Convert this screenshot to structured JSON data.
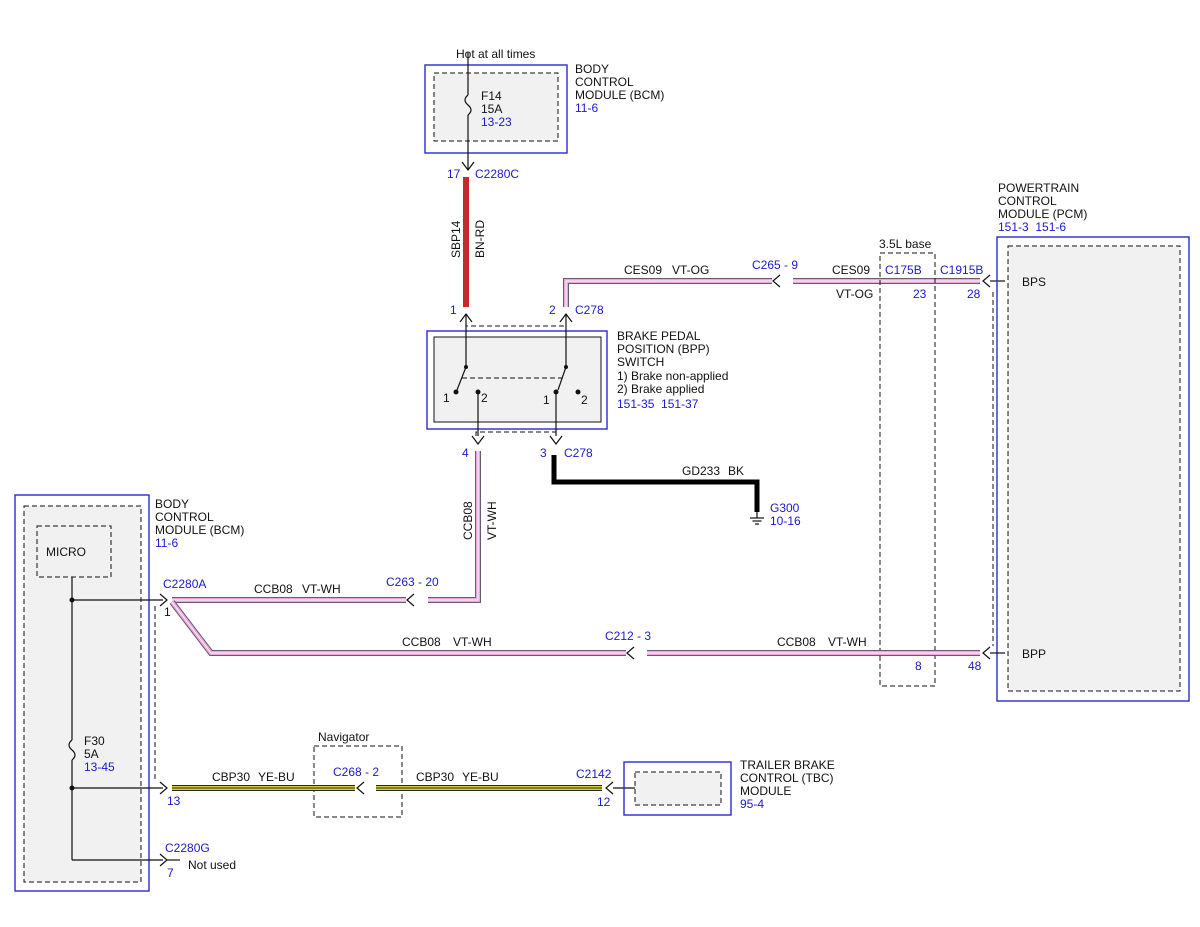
{
  "bcm_top": {
    "supply": "Hot at all times",
    "title": [
      "BODY",
      "CONTROL",
      "MODULE (BCM)"
    ],
    "ref": "11-6",
    "fuse_name": "F14",
    "fuse_rating": "15A",
    "fuse_ref": "13-23",
    "pin": "17",
    "connector": "C2280C"
  },
  "wire_sbp14": {
    "circuit": "SBP14",
    "color": "BN-RD"
  },
  "bpp_switch": {
    "title": [
      "BRAKE PEDAL",
      "POSITION (BPP)",
      "SWITCH"
    ],
    "states": [
      "1) Brake non-applied",
      "2) Brake applied"
    ],
    "refs": "151-35  151-37",
    "pin_in1": "1",
    "pin_in2": "2",
    "connector_top": "C278",
    "pin_out4": "4",
    "pin_out3": "3",
    "connector_bottom": "C278",
    "contact_left_1": "1",
    "contact_left_2": "2",
    "contact_right_1": "1",
    "contact_right_2": "2"
  },
  "wire_ces09": {
    "circuit": "CES09",
    "color": "VT-OG",
    "inline_connector": "C265 - 9",
    "circuit_right": "CES09",
    "color_right": "VT-OG"
  },
  "variant_box": {
    "label": "3.5L base",
    "connector": "C175B",
    "pin_top": "23",
    "pin_bottom": "8"
  },
  "pcm": {
    "title": [
      "POWERTRAIN",
      "CONTROL",
      "MODULE (PCM)"
    ],
    "refs": "151-3  151-6",
    "connector": "C1915B",
    "pin_bps": "28",
    "input_bps": "BPS",
    "pin_bpp": "48",
    "input_bpp": "BPP"
  },
  "ground": {
    "circuit": "GD233",
    "color": "BK",
    "name": "G300",
    "ref": "10-16"
  },
  "bcm_main": {
    "title": [
      "BODY",
      "CONTROL",
      "MODULE (BCM)"
    ],
    "ref": "11-6",
    "micro": "MICRO",
    "connector_a": "C2280A",
    "pin_a": "1",
    "fuse_name": "F30",
    "fuse_rating": "5A",
    "fuse_ref": "13-45",
    "pin_13": "13",
    "connector_g": "C2280G",
    "pin_7": "7",
    "not_used": "Not used"
  },
  "wire_ccb08": {
    "circuit_vertical": "CCB08",
    "color_vertical": "VT-WH",
    "circuit_upper": "CCB08",
    "color_upper": "VT-WH",
    "inline_upper": "C263 - 20",
    "circuit_lower_left": "CCB08",
    "color_lower_left": "VT-WH",
    "inline_lower": "C212 - 3",
    "circuit_lower_right": "CCB08",
    "color_lower_right": "VT-WH"
  },
  "wire_cbp30": {
    "circuit_left": "CBP30",
    "color_left": "YE-BU",
    "navigator_label": "Navigator",
    "inline_connector": "C268 - 2",
    "circuit_right": "CBP30",
    "color_right": "YE-BU"
  },
  "tbc": {
    "title": [
      "TRAILER BRAKE",
      "CONTROL (TBC)",
      "MODULE"
    ],
    "ref": "95-4",
    "connector": "C2142",
    "pin": "12"
  }
}
